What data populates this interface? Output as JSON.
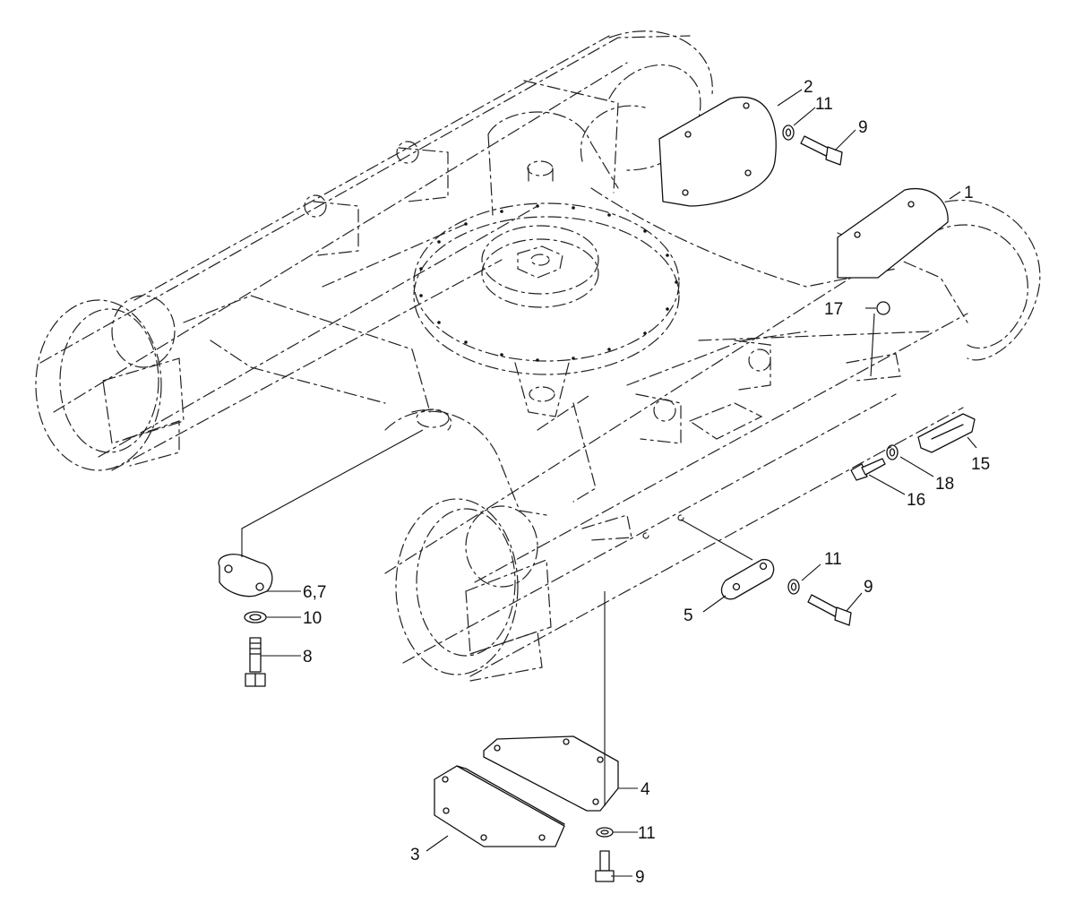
{
  "diagram": {
    "callouts": [
      {
        "id": "c1",
        "text": "1"
      },
      {
        "id": "c2",
        "text": "2"
      },
      {
        "id": "c11a",
        "text": "11"
      },
      {
        "id": "c9a",
        "text": "9"
      },
      {
        "id": "c17",
        "text": "17"
      },
      {
        "id": "c15",
        "text": "15"
      },
      {
        "id": "c18",
        "text": "18"
      },
      {
        "id": "c16",
        "text": "16"
      },
      {
        "id": "c11b",
        "text": "11"
      },
      {
        "id": "c9b",
        "text": "9"
      },
      {
        "id": "c5",
        "text": "5"
      },
      {
        "id": "c67",
        "text": "6,7"
      },
      {
        "id": "c10",
        "text": "10"
      },
      {
        "id": "c8",
        "text": "8"
      },
      {
        "id": "c4",
        "text": "4"
      },
      {
        "id": "c11c",
        "text": "11"
      },
      {
        "id": "c3",
        "text": "3"
      },
      {
        "id": "c9c",
        "text": "9"
      }
    ]
  }
}
